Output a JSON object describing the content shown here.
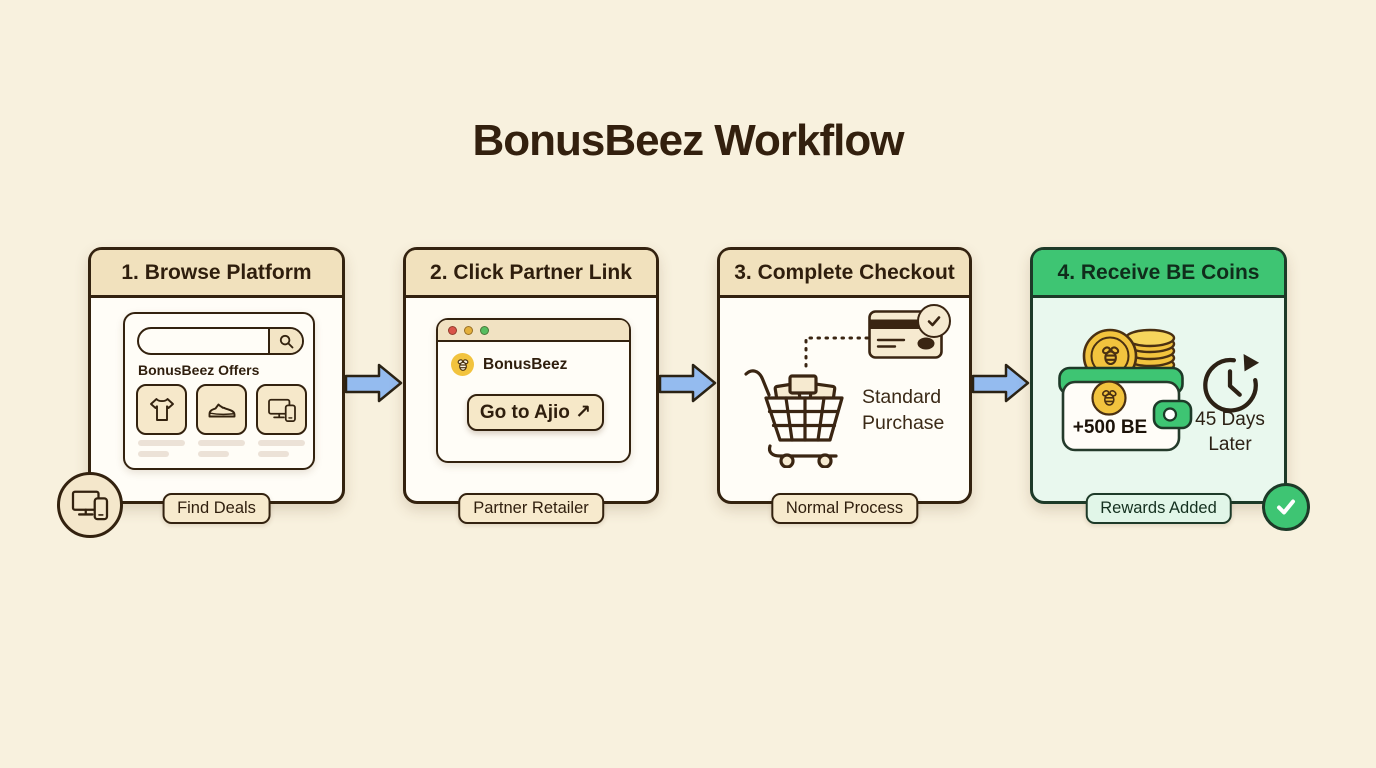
{
  "title": "BonusBeez Workflow",
  "steps": [
    {
      "header": "1. Browse Platform",
      "badge": "Find Deals",
      "panel": {
        "search_placeholder": "",
        "offers_heading": "BonusBeez Offers",
        "tile_icons": [
          "tshirt-icon",
          "sneaker-icon",
          "devices-icon"
        ]
      },
      "corner_icon": "devices-icon"
    },
    {
      "header": "2. Click Partner Link",
      "badge": "Partner Retailer",
      "browser": {
        "brand": "BonusBeez",
        "logo_icon": "bee-icon",
        "button_label": "Go to Ajio ↗",
        "traffic_lights": [
          "#d9544a",
          "#e4b03c",
          "#56bd5f"
        ]
      }
    },
    {
      "header": "3. Complete Checkout",
      "badge": "Normal Process",
      "caption": "Standard Purchase",
      "icons": [
        "cart-icon",
        "credit-card-icon",
        "check-circle-icon"
      ]
    },
    {
      "header": "4. Receive BE Coins",
      "badge": "Rewards Added",
      "wallet_amount": "+500 BE",
      "timing": "45 Days Later",
      "icons": [
        "wallet-icon",
        "coin-stack-icon",
        "bee-coin-icon",
        "clock-icon",
        "success-check-icon"
      ]
    }
  ],
  "colors": {
    "background": "#f8f1de",
    "ink": "#33220f",
    "card_bg": "#fffdf7",
    "header_beige": "#f1e1bd",
    "badge_beige": "#f7eacd",
    "arrow_blue": "#94bbef",
    "green": "#3ec573",
    "green_dark": "#1d3a28",
    "mint": "#e9f8ee",
    "mint_badge": "#e1f6e8",
    "gold": "#f2c33e"
  }
}
